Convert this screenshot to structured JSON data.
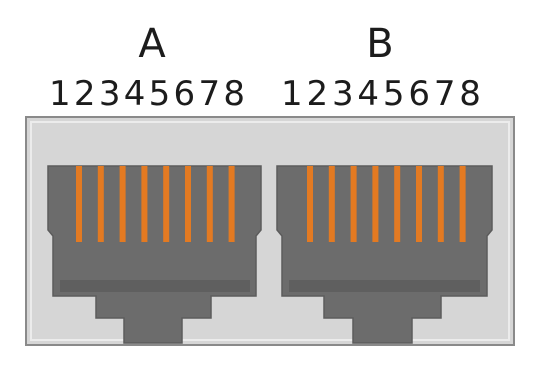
{
  "ports": [
    {
      "id": "a",
      "label": "A",
      "pins": [
        "1",
        "2",
        "3",
        "4",
        "5",
        "6",
        "7",
        "8"
      ]
    },
    {
      "id": "b",
      "label": "B",
      "pins": [
        "1",
        "2",
        "3",
        "4",
        "5",
        "6",
        "7",
        "8"
      ]
    }
  ],
  "colors": {
    "housing": "#d6d6d6",
    "housing_edge": "#8a8a8a",
    "socket": "#6c6c6c",
    "socket_dark": "#5c5c5c",
    "contact": "#e37a22",
    "text": "#1c1c1c"
  }
}
